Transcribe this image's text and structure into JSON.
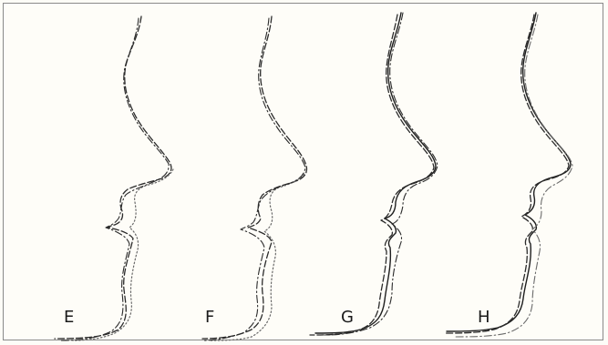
{
  "panels": [
    {
      "label": "E"
    },
    {
      "label": "F"
    },
    {
      "label": "G"
    },
    {
      "label": "H"
    }
  ],
  "line_styles": [
    "solid",
    "dashed",
    "dash-dot",
    "dotted"
  ],
  "colors": {
    "stroke": "#2b2b2b",
    "light_stroke": "#6a6a6a",
    "background": "#fefdf8",
    "border": "#8a8a8a"
  }
}
